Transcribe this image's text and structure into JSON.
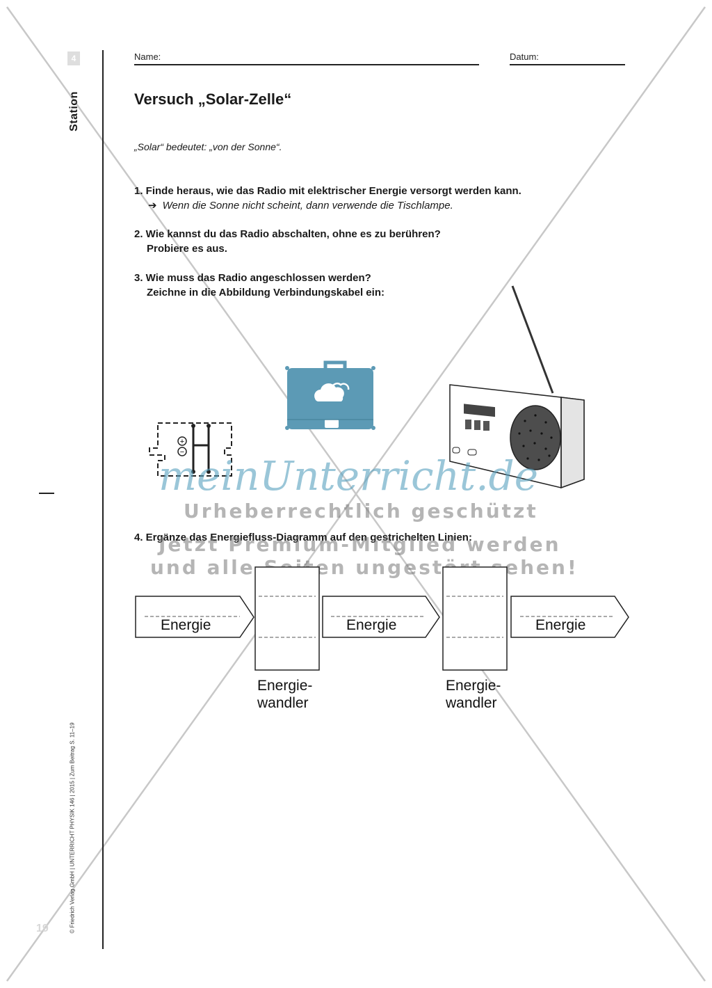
{
  "header": {
    "name_label": "Name:",
    "date_label": "Datum:"
  },
  "sidebar": {
    "station_number": "4",
    "station_label": "Station",
    "copyright": "© Friedrich Verlag GmbH | UNTERRICHT PHYSIK 146 | 2015 | Zum Beitrag S. 11–19",
    "page_number": "19"
  },
  "worksheet": {
    "title": "Versuch „Solar-Zelle“",
    "intro": "„Solar“ bedeutet: „von der Sonne“.",
    "tasks": [
      {
        "line1": "1. Finde heraus, wie das Radio mit elektrischer Energie versorgt werden kann.",
        "hint": "Wenn die Sonne nicht scheint, dann verwende die Tischlampe."
      },
      {
        "line1": "2. Wie kannst du das Radio abschalten, ohne es zu berühren?",
        "line2": "Probiere es aus."
      },
      {
        "line1": "3. Wie muss das Radio angeschlossen werden?",
        "line2": "Zeichne in die Abbildung Verbindungskabel ein:"
      },
      {
        "line1": "4. Ergänze das Energiefluss-Diagramm auf den gestrichelten Linien:"
      }
    ]
  },
  "diagram": {
    "energy_labels": [
      "Energie",
      "Energie",
      "Energie"
    ],
    "converter_labels": [
      {
        "line1": "Energie-",
        "line2": "wandler"
      },
      {
        "line1": "Energie-",
        "line2": "wandler"
      }
    ]
  },
  "illustrations": {
    "solar_cell_symbols": [
      "+",
      "−"
    ]
  },
  "watermark": {
    "logo": "meinUnterricht.de",
    "line1": "Urheberrechtlich geschützt",
    "line2": "Jetzt Premium-Mitglied werden",
    "line3": "und alle Seiten ungestört sehen!"
  }
}
